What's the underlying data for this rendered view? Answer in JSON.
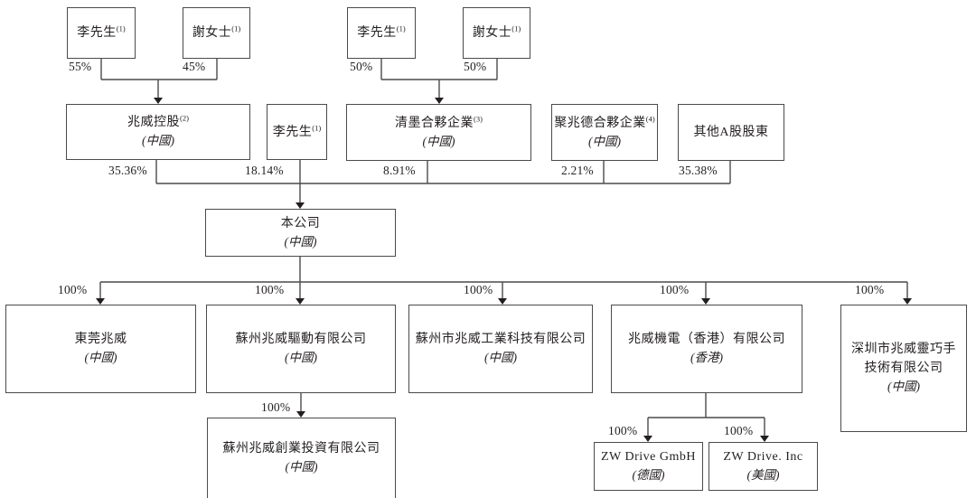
{
  "diagram": {
    "type": "shareholding-structure-chart",
    "line_color": "#4c4a4a",
    "text_color": "#231f20",
    "background": "#ffffff"
  },
  "nodes": {
    "mr_li_a": {
      "label": "李先生",
      "sup": "(1)"
    },
    "ms_xie_a": {
      "label": "謝女士",
      "sup": "(1)"
    },
    "mr_li_b": {
      "label": "李先生",
      "sup": "(1)"
    },
    "ms_xie_b": {
      "label": "謝女士",
      "sup": "(1)"
    },
    "zhaowei_holding": {
      "label": "兆威控股",
      "sup": "(2)",
      "country": "(中國)"
    },
    "mr_li_c": {
      "label": "李先生",
      "sup": "(1)"
    },
    "qingmo": {
      "label": "清墨合夥企業",
      "sup": "(3)",
      "country": "(中國)"
    },
    "juzhaode": {
      "label": "聚兆德合夥企業",
      "sup": "(4)",
      "country": "(中國)"
    },
    "other_a_share": {
      "label": "其他A股股東"
    },
    "company": {
      "label": "本公司",
      "country": "(中國)"
    },
    "dongguan": {
      "label": "東莞兆威",
      "country": "(中國)"
    },
    "suzhou_drive": {
      "label": "蘇州兆威驅動有限公司",
      "country": "(中國)"
    },
    "suzhou_tech": {
      "label": "蘇州市兆威工業科技有限公司",
      "country": "(中國)"
    },
    "hk": {
      "label": "兆威機電（香港）有限公司",
      "country": "(香港)"
    },
    "shenzhen": {
      "label": "深圳市兆威靈巧手",
      "label2": "技術有限公司",
      "country": "(中國)"
    },
    "suzhou_invest": {
      "label": "蘇州兆威創業投資有限公司",
      "country": "(中國)"
    },
    "zw_gmbh": {
      "label": "ZW Drive GmbH",
      "country": "(德國)"
    },
    "zw_inc": {
      "label": "ZW Drive. Inc",
      "country": "(美國)"
    }
  },
  "pcts": {
    "li_a_holding": "55%",
    "xie_a_holding": "45%",
    "li_b_qingmo": "50%",
    "xie_b_qingmo": "50%",
    "holding_company": "35.36%",
    "li_company": "18.14%",
    "qingmo_company": "8.91%",
    "juzhaode_company": "2.21%",
    "other_company": "35.38%",
    "company_dongguan": "100%",
    "company_suzhou_drive": "100%",
    "company_suzhou_tech": "100%",
    "company_hk": "100%",
    "company_shenzhen": "100%",
    "drive_invest": "100%",
    "hk_gmbh": "100%",
    "hk_inc": "100%"
  }
}
